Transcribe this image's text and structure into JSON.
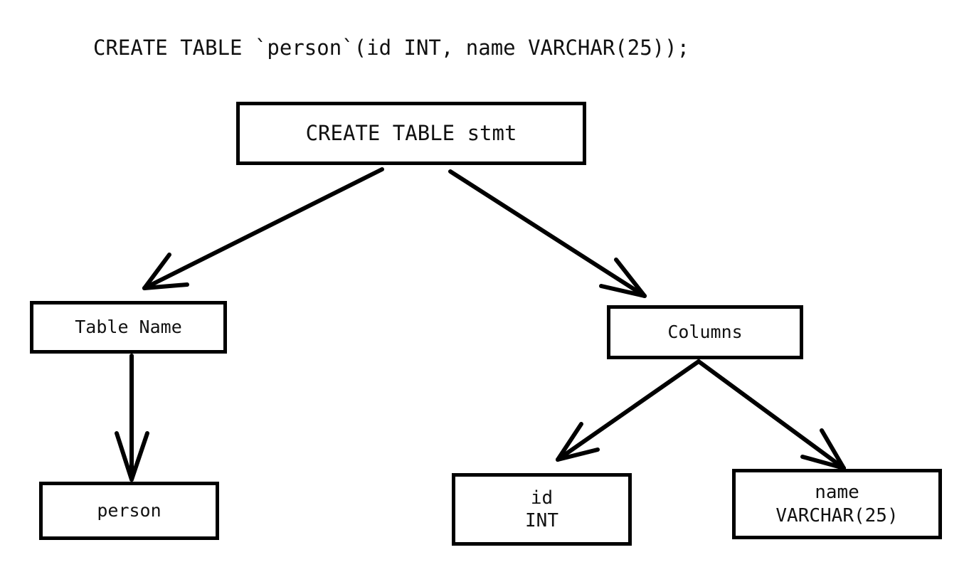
{
  "diagram": {
    "type": "parse-tree",
    "title": "CREATE TABLE `person`(id INT, name VARCHAR(25));",
    "colors": {
      "background": "#ffffff",
      "stroke": "#000000",
      "text": "#111111"
    },
    "nodes": [
      {
        "id": "root",
        "label": "CREATE TABLE stmt",
        "lines": [
          "CREATE TABLE stmt"
        ]
      },
      {
        "id": "tname",
        "label": "Table Name",
        "lines": [
          "Table Name"
        ]
      },
      {
        "id": "cols",
        "label": "Columns",
        "lines": [
          "Columns"
        ]
      },
      {
        "id": "person",
        "label": "person",
        "lines": [
          "person"
        ]
      },
      {
        "id": "id",
        "label": "id INT",
        "lines": [
          "id",
          "INT"
        ]
      },
      {
        "id": "name",
        "label": "name VARCHAR(25)",
        "lines": [
          "name",
          "VARCHAR(25)"
        ]
      }
    ],
    "edges": [
      {
        "from": "root",
        "to": "tname",
        "arrowhead": "open-v"
      },
      {
        "from": "root",
        "to": "cols",
        "arrowhead": "open-v"
      },
      {
        "from": "tname",
        "to": "person",
        "arrowhead": "open-v"
      },
      {
        "from": "cols",
        "to": "id",
        "arrowhead": "open-v"
      },
      {
        "from": "cols",
        "to": "name",
        "arrowhead": "open-v"
      }
    ]
  }
}
